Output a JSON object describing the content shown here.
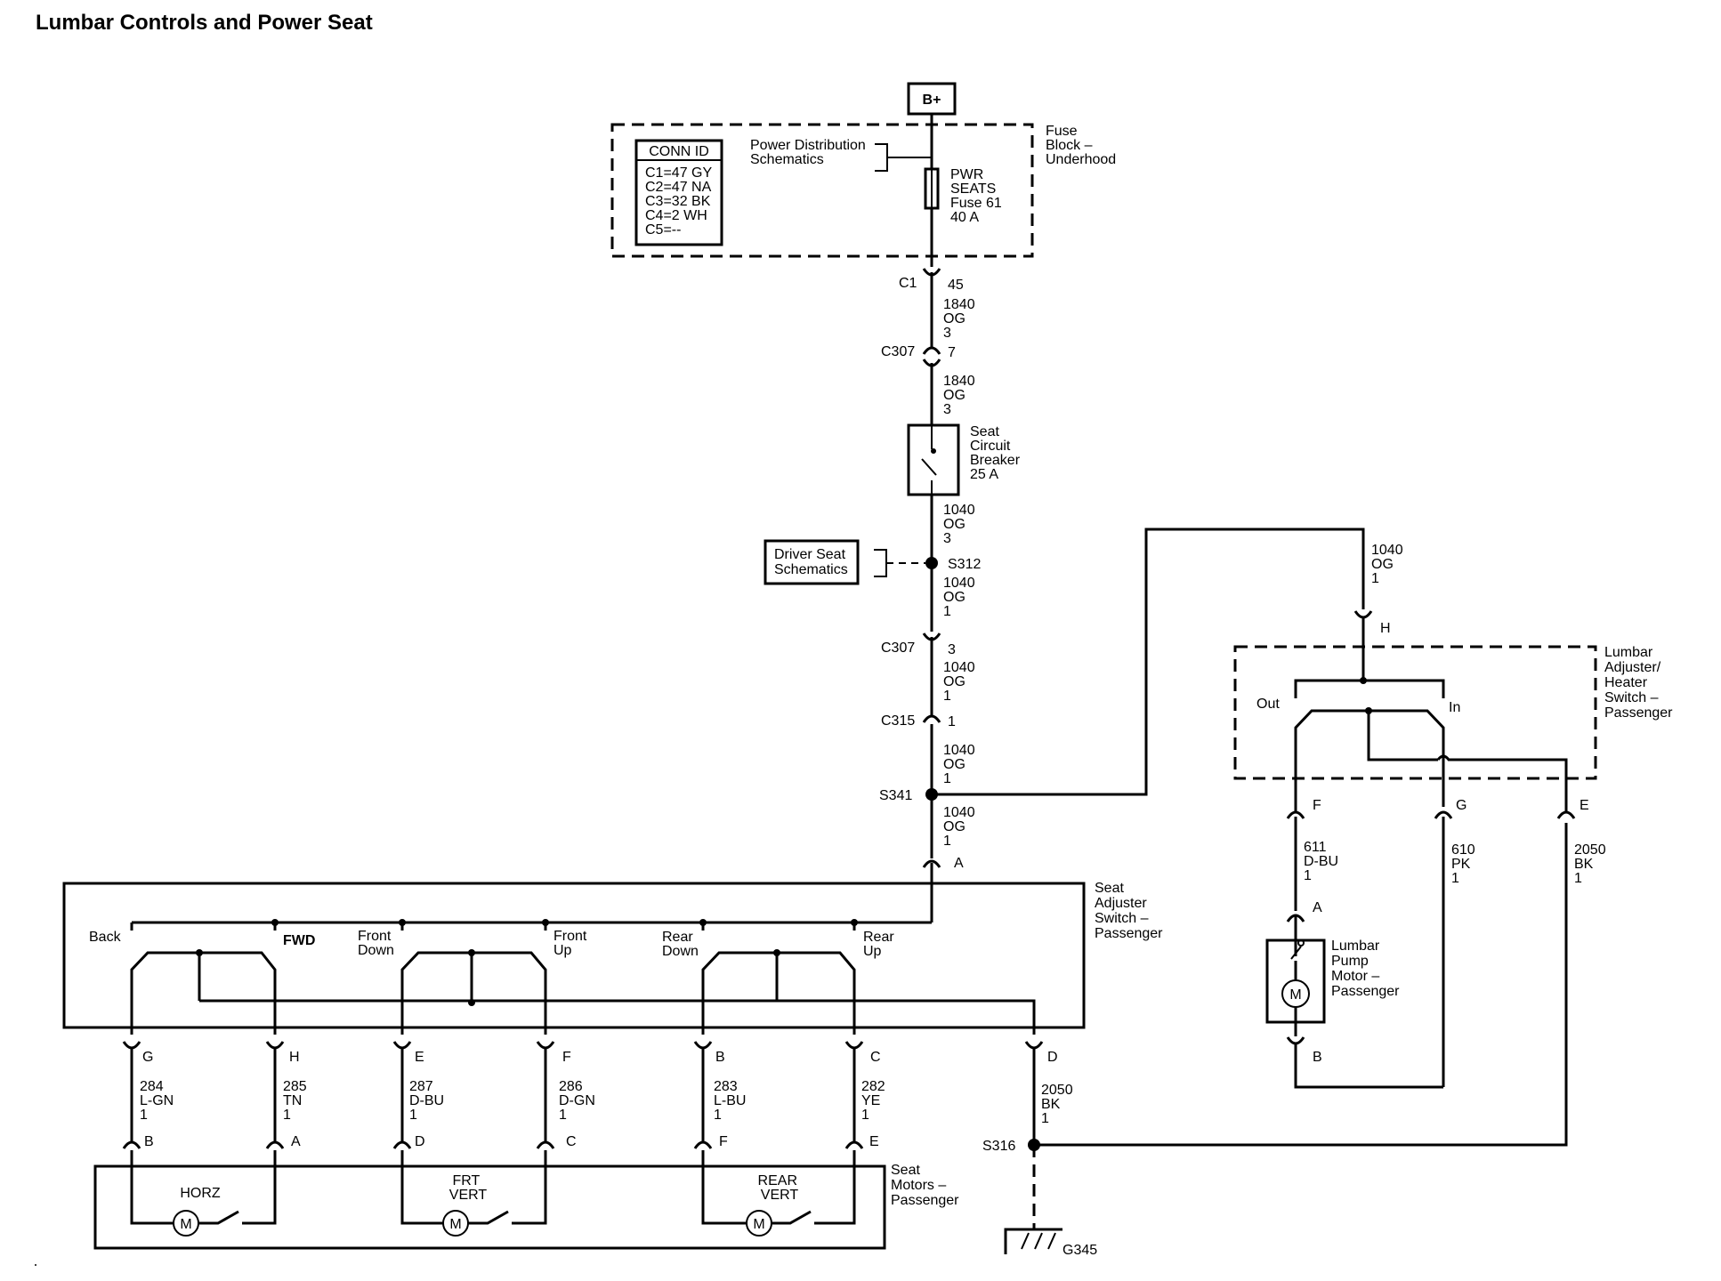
{
  "title": "Lumbar Controls and Power Seat",
  "power_source": "B+",
  "conn_id": {
    "header": "CONN ID",
    "rows": [
      "C1=47 GY",
      "C2=47 NA",
      "C3=32 BK",
      "C4=2 WH",
      "C5=--"
    ]
  },
  "power_dist": [
    "Power Distribution",
    "Schematics"
  ],
  "fuse_block": [
    "Fuse",
    "Block –",
    "Underhood"
  ],
  "fuse": [
    "PWR",
    "SEATS",
    "Fuse 61",
    "40 A"
  ],
  "connectors": {
    "c1": "C1",
    "c1_pin": "45",
    "c307a": "C307",
    "c307a_pin": "7",
    "c307b": "C307",
    "c307b_pin": "3",
    "c315": "C315",
    "c315_pin": "1"
  },
  "wires": {
    "w1": [
      "1840",
      "OG",
      "3"
    ],
    "w2": [
      "1840",
      "OG",
      "3"
    ],
    "w3": [
      "1040",
      "OG",
      "3"
    ],
    "w4": [
      "1040",
      "OG",
      "1"
    ],
    "w5": [
      "1040",
      "OG",
      "1"
    ],
    "w6": [
      "1040",
      "OG",
      "1"
    ],
    "w7": [
      "1040",
      "OG",
      "1"
    ],
    "w_lumbar_feed": [
      "1040",
      "OG",
      "1"
    ],
    "w_611": [
      "611",
      "D-BU",
      "1"
    ],
    "w_610": [
      "610",
      "PK",
      "1"
    ],
    "w_2050r": [
      "2050",
      "BK",
      "1"
    ],
    "w_2050": [
      "2050",
      "BK",
      "1"
    ],
    "w_284": [
      "284",
      "L-GN",
      "1"
    ],
    "w_285": [
      "285",
      "TN",
      "1"
    ],
    "w_287": [
      "287",
      "D-BU",
      "1"
    ],
    "w_286": [
      "286",
      "D-GN",
      "1"
    ],
    "w_283": [
      "283",
      "L-BU",
      "1"
    ],
    "w_282": [
      "282",
      "YE",
      "1"
    ]
  },
  "breaker": [
    "Seat",
    "Circuit",
    "Breaker",
    "25 A"
  ],
  "driver_seat": [
    "Driver Seat",
    "Schematics"
  ],
  "splices": {
    "s312": "S312",
    "s341": "S341",
    "s316": "S316"
  },
  "ground": "G345",
  "lumbar_switch": {
    "name": [
      "Lumbar",
      "Adjuster/",
      "Heater",
      "Switch –",
      "Passenger"
    ],
    "out": "Out",
    "in": "In",
    "pins": {
      "h": "H",
      "f": "F",
      "g": "G",
      "e": "E"
    }
  },
  "pump": {
    "name": [
      "Lumbar",
      "Pump",
      "Motor –",
      "Passenger"
    ],
    "pin_a": "A",
    "pin_b": "B",
    "motor": "M"
  },
  "seat_switch": {
    "name": [
      "Seat",
      "Adjuster",
      "Switch –",
      "Passenger"
    ],
    "pin_a": "A",
    "labels": {
      "back": "Back",
      "fwd": "FWD",
      "front_down": [
        "Front",
        "Down"
      ],
      "front_up": [
        "Front",
        "Up"
      ],
      "rear_down": [
        "Rear",
        "Down"
      ],
      "rear_up": [
        "Rear",
        "Up"
      ]
    },
    "pins_bottom": [
      "G",
      "H",
      "E",
      "F",
      "B",
      "C",
      "D"
    ]
  },
  "seat_motors": {
    "name": [
      "Seat",
      "Motors –",
      "Passenger"
    ],
    "pins_top": [
      "B",
      "A",
      "D",
      "C",
      "F",
      "E"
    ],
    "horz": "HORZ",
    "frt_vert": [
      "FRT",
      "VERT"
    ],
    "rear_vert": [
      "REAR",
      "VERT"
    ],
    "motor": "M"
  }
}
